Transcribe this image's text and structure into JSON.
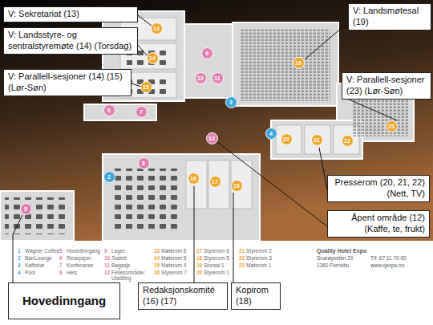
{
  "diagram": {
    "nodes": [
      {
        "text": [
          "V: Sekretariat (13)"
        ]
      },
      {
        "text": [
          "V: Landsstyre- og sentralstyremøte (14) (Torsdag)"
        ]
      },
      {
        "text": [
          "V: Parallell-sesjoner (14) (15) (Lør-Søn)"
        ]
      },
      {
        "text": [
          "V: Landsmøtesal (19)"
        ]
      },
      {
        "text": [
          "V: Parallell-sesjoner (23) (Lør-Søn)"
        ]
      },
      {
        "text": [
          "Presserom (20, 21, 22) (Nett, TV)"
        ]
      },
      {
        "text": [
          "Åpent område (12) (Kaffe, te, frukt)"
        ]
      },
      {
        "text": [
          "Hovedinngang"
        ]
      },
      {
        "text": [
          "Redaksjonskomité (16) (17)"
        ]
      },
      {
        "text": [
          "Kopirom (18)"
        ]
      }
    ],
    "labels": [
      "13",
      "14",
      "15",
      "9",
      "10",
      "11",
      "19",
      "6",
      "7",
      "3",
      "12",
      "4",
      "20",
      "21",
      "22",
      "23",
      "2",
      "8",
      "16",
      "17",
      "18",
      "5",
      "1",
      "Wagner Coffee",
      "2",
      "Bar/Lounge",
      "3",
      "Kaffebar",
      "4",
      "Pool",
      "5",
      "Hovedinngang",
      "6",
      "Resepsjon",
      "7",
      "Konferanse",
      "8",
      "Heis",
      "9",
      "Lager",
      "10",
      "Toalett",
      "11",
      "Bagasje",
      "12",
      "Fellesområde/ Utstilling",
      "13",
      "Møterom 6",
      "14",
      "Møterom 5",
      "15",
      "Møterom 4",
      "16",
      "Styrerom 7",
      "17",
      "Styrerom 6",
      "18",
      "Styrerom 5",
      "19",
      "Storsal 1",
      "20",
      "Styrerom 1",
      "21",
      "Styrerom 2",
      "22",
      "Styrerom 3",
      "23",
      "Møterom 1",
      "Quality Hotel Expo",
      "Snarøyveien 20",
      "1360 Fornebu",
      "Tlf: 67 11 70 00",
      "www.qexpo.no"
    ]
  }
}
